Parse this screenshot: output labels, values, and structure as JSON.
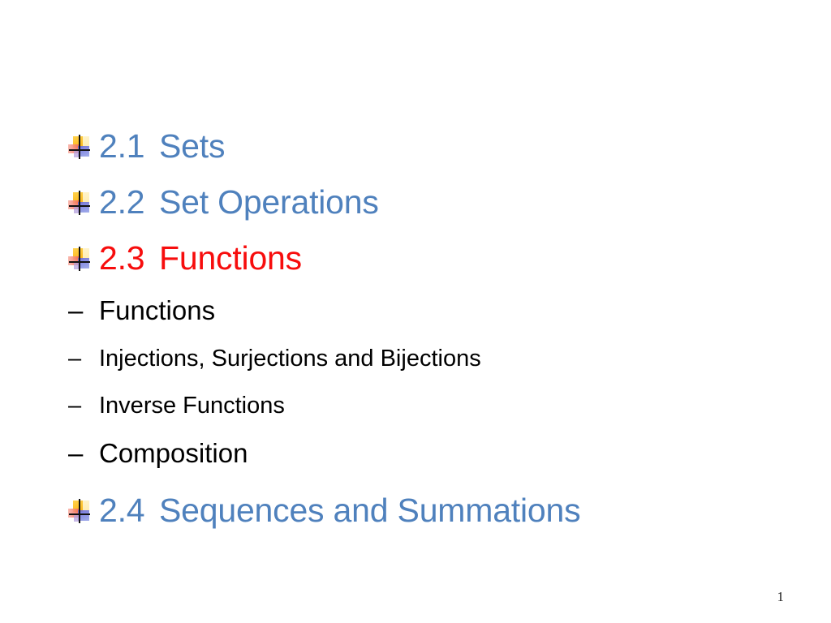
{
  "slide": {
    "background_color": "#FFFFFF",
    "accent_blue": "#4F81BD",
    "accent_red": "#F70D0D",
    "text_black": "#000000",
    "page_number": "1",
    "bullet_icon": "four-color-square-cross-bullet",
    "dash_glyph": "–"
  },
  "outline": [
    {
      "level": 1,
      "bullet": "four-color-square-cross-bullet",
      "number": "2.1",
      "label": "Sets",
      "color": "#4F81BD"
    },
    {
      "level": 1,
      "bullet": "four-color-square-cross-bullet",
      "number": "2.2",
      "label": "Set Operations",
      "color": "#4F81BD"
    },
    {
      "level": 1,
      "bullet": "four-color-square-cross-bullet",
      "number": "2.3",
      "label": "Functions",
      "color": "#F70D0D"
    },
    {
      "level": 2,
      "bullet": "–",
      "label": "Functions",
      "color": "#000000",
      "size": "big"
    },
    {
      "level": 2,
      "bullet": "–",
      "label": "Injections, Surjections and Bijections",
      "color": "#000000",
      "size": "small"
    },
    {
      "level": 2,
      "bullet": "–",
      "label": "Inverse Functions",
      "color": "#000000",
      "size": "small"
    },
    {
      "level": 2,
      "bullet": "–",
      "label": "Composition",
      "color": "#000000",
      "size": "big"
    },
    {
      "level": 1,
      "bullet": "four-color-square-cross-bullet",
      "number": "2.4",
      "label": "Sequences and Summations",
      "color": "#4F81BD"
    }
  ]
}
